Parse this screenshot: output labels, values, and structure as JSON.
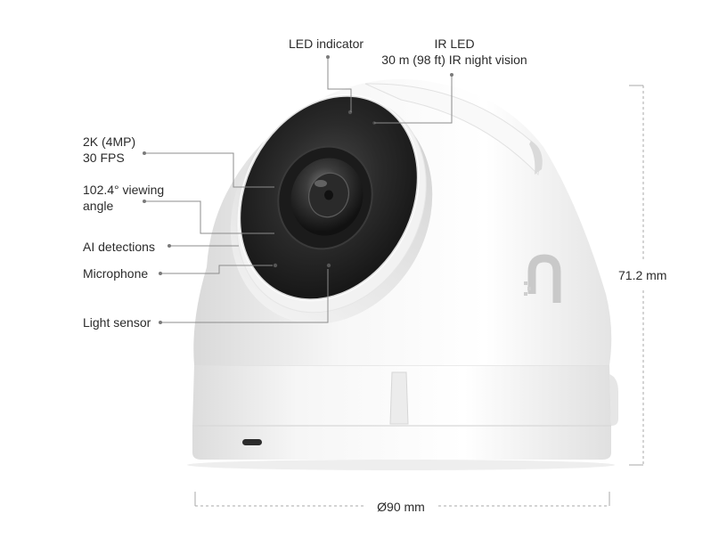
{
  "labels": {
    "led_indicator": "LED indicator",
    "ir_led_title": "IR LED",
    "ir_led_detail": "30 m (98 ft) IR night vision",
    "resolution_line1": "2K (4MP)",
    "resolution_line2": "30 FPS",
    "viewing_line1": "102.4° viewing",
    "viewing_line2": "angle",
    "ai_detections": "AI detections",
    "microphone": "Microphone",
    "light_sensor": "Light sensor"
  },
  "dimensions": {
    "height": "71.2 mm",
    "diameter": "Ø90 mm"
  },
  "colors": {
    "body": "#f4f4f4",
    "lens_face": "#262626",
    "leader_line": "#8c8c8c",
    "dimension_line": "#a8a8a8",
    "text": "#2b2b2b"
  }
}
